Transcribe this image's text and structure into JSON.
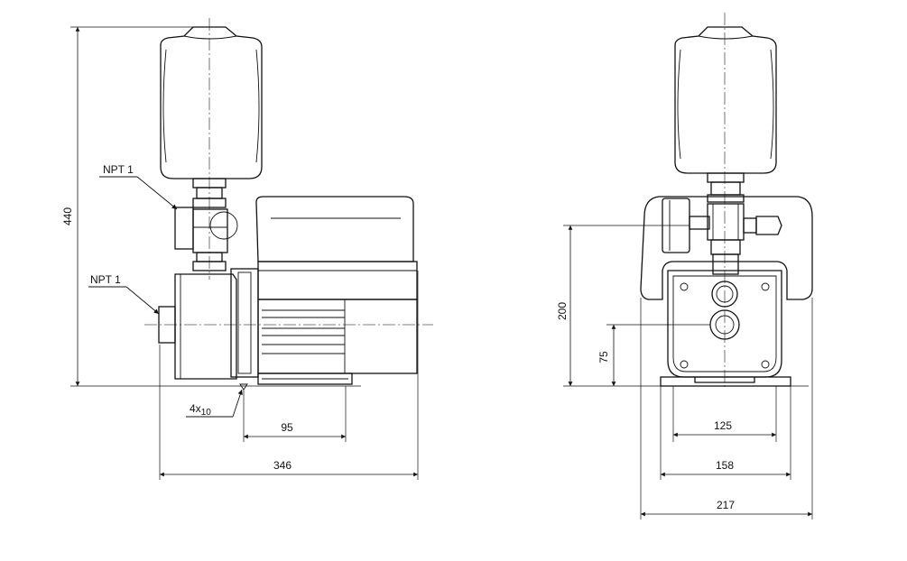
{
  "labels": {
    "npt_upper": "NPT 1",
    "npt_lower": "NPT 1",
    "bolt_spec": "4x",
    "bolt_sub": "10"
  },
  "dimensions": {
    "side_height": "440",
    "side_foot_span": "95",
    "side_total_length": "346",
    "front_height_outlet": "200",
    "front_height_inlet": "75",
    "front_foot_inner": "125",
    "front_foot_outer": "158",
    "front_total_width": "217"
  }
}
